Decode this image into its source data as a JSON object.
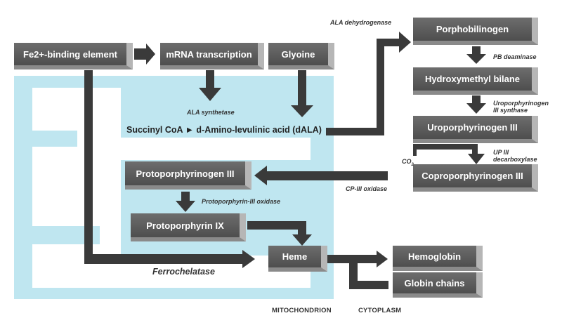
{
  "nodes": {
    "fe2": "Fe2+-binding element",
    "mrna": "mRNA transcription",
    "glycine": "Glyoine",
    "porphobilinogen": "Porphobilinogen",
    "hydroxymethyl": "Hydroxymethyl bilane",
    "uroporphyrinogen": "Uroporphyrinogen III",
    "coproporphyrinogen": "Coproporphyrinogen III",
    "protoporphyrinogen": "Protoporphyrinogen III",
    "protoporphyrin": "Protoporphyrin IX",
    "heme": "Heme",
    "hemoglobin": "Hemoglobin",
    "globin": "Globin chains"
  },
  "reaction": "Succinyl CoA ► d-Amino-levulinic acid (dALA)",
  "enzymes": {
    "ala_synthetase": "ALA synthetase",
    "ala_dehydrogenase": "ALA dehydrogenase",
    "pb_deaminase": "PB deaminase",
    "uroporphyrinogen_synthase_1": "Uroporphyrinogen",
    "uroporphyrinogen_synthase_2": "III synthase",
    "up3_decarboxylase_1": "UP III",
    "up3_decarboxylase_2": "decarboxylase",
    "co2_main": "CO",
    "co2_sub": "2",
    "cp3_oxidase": "CP-III oxidase",
    "protoporphyrin_oxidase": "Protoporphyrin-III oxidase",
    "ferrochelatase": "Ferrochelatase"
  },
  "compartments": {
    "mitochondrion": "MITOCHONDRION",
    "cytoplasm": "CYTOPLASM"
  },
  "colors": {
    "mitochondrion_fill": "#bfe6f0",
    "box_fill": "#5a5a5a",
    "arrow": "#3a3a3a"
  }
}
